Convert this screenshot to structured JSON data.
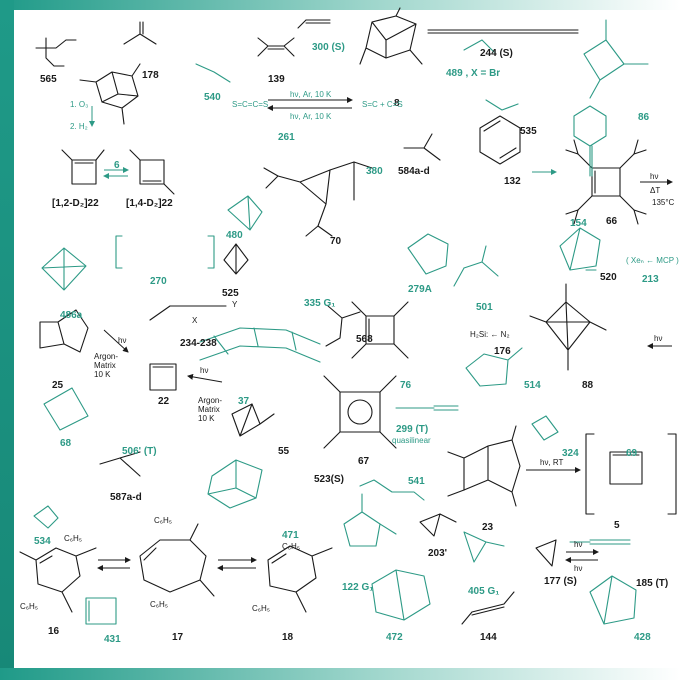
{
  "colors": {
    "teal": "#2d9a86",
    "black": "#1a1a1a",
    "band": "#1f9a88"
  },
  "labels": {
    "l565": "565",
    "l178": "178",
    "l540": "540",
    "l300": "300 (S)",
    "l139": "139",
    "l8": "8",
    "l244": "244 (S)",
    "l489": "489 , X = Br",
    "l86": "86",
    "l535": "535",
    "l261": "261",
    "l584": "584a-d",
    "l132": "132",
    "l154": "154",
    "l66": "66",
    "l12d2": "[1,2-D₂]22",
    "l14d2": "[1,4-D₂]22",
    "l6": "6",
    "l380": "380",
    "l480": "480",
    "l70": "70",
    "l270": "270",
    "l279a": "279A",
    "l520": "520",
    "l213": "213",
    "l525": "525",
    "l335": "335 G₁",
    "l501": "501",
    "l486a": "486a",
    "l234": "234-238",
    "l568": "568",
    "l176": "176",
    "l25": "25",
    "l22": "22",
    "l76": "76",
    "l514": "514",
    "l88": "88",
    "l37": "37",
    "l68": "68",
    "l506": "506' (T)",
    "l55": "55",
    "l523": "523(S)",
    "l67": "67",
    "l299": "299 (T)",
    "l324": "324",
    "l69": "69",
    "l587": "587a-d",
    "l541": "541",
    "l534": "534",
    "l23": "23",
    "l5": "5",
    "l471": "471",
    "l203": "203'",
    "l122": "122 G₁",
    "l405": "405 G₁",
    "l177": "177 (S)",
    "l185": "185 (T)",
    "l16": "16",
    "l17": "17",
    "l18": "18",
    "l431": "431",
    "l472": "472",
    "l144": "144",
    "l428": "428"
  },
  "annotations": {
    "ozone": "1. O₃",
    "hydrogen": "2. H₂",
    "hv_ar_top": "hν, Ar, 10 K",
    "hv_ar_bottom": "hν, Ar, 10 K",
    "s_c_s": "S=C + C=S",
    "s_c_c_s": "S=C=C=S",
    "hv": "hν",
    "delta_t": "ΔT",
    "temp135": "135°C",
    "argon_matrix": "Argon-\nMatrix\n10 K",
    "argon_matrix2": "Argon-\nMatrix\n10 K",
    "h2si_n2": "H₂Si: ← N₂",
    "xe_mcp": "( Xeₙ ← MCP )",
    "quasilinear": "quasilinear",
    "hv_rt": "hν, RT",
    "hv_right": "hν",
    "hv_177_top": "hν",
    "hv_177_bottom": "hν",
    "c6h5": "C₆H₅",
    "x_label": "X",
    "y_label": "Y"
  }
}
